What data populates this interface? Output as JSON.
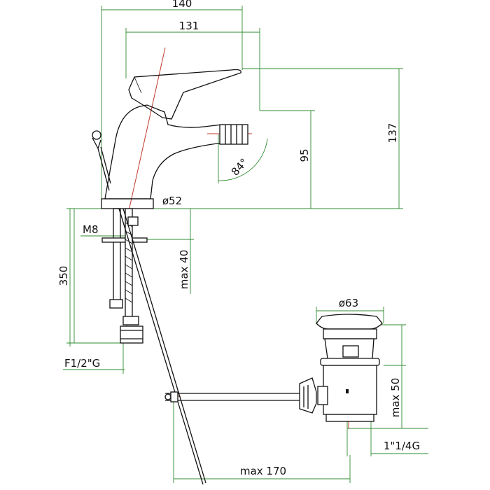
{
  "dimensions": {
    "width_total": "140",
    "width_spout": "131",
    "height_total": "137",
    "height_spout": "95",
    "spray_angle": "84°",
    "base_diameter": "ø52",
    "stud_thread": "M8",
    "max_thickness": "max 40",
    "hose_length": "350",
    "hose_connection": "F1/2\"G",
    "waste_diameter": "ø63",
    "waste_max": "max 50",
    "waste_thread": "1\"1/4G",
    "rod_max": "max 170"
  },
  "colors": {
    "outline": "#111111",
    "dimension_lines": "#2e8b2e",
    "center_lines": "#c0392b",
    "background": "#ffffff"
  }
}
